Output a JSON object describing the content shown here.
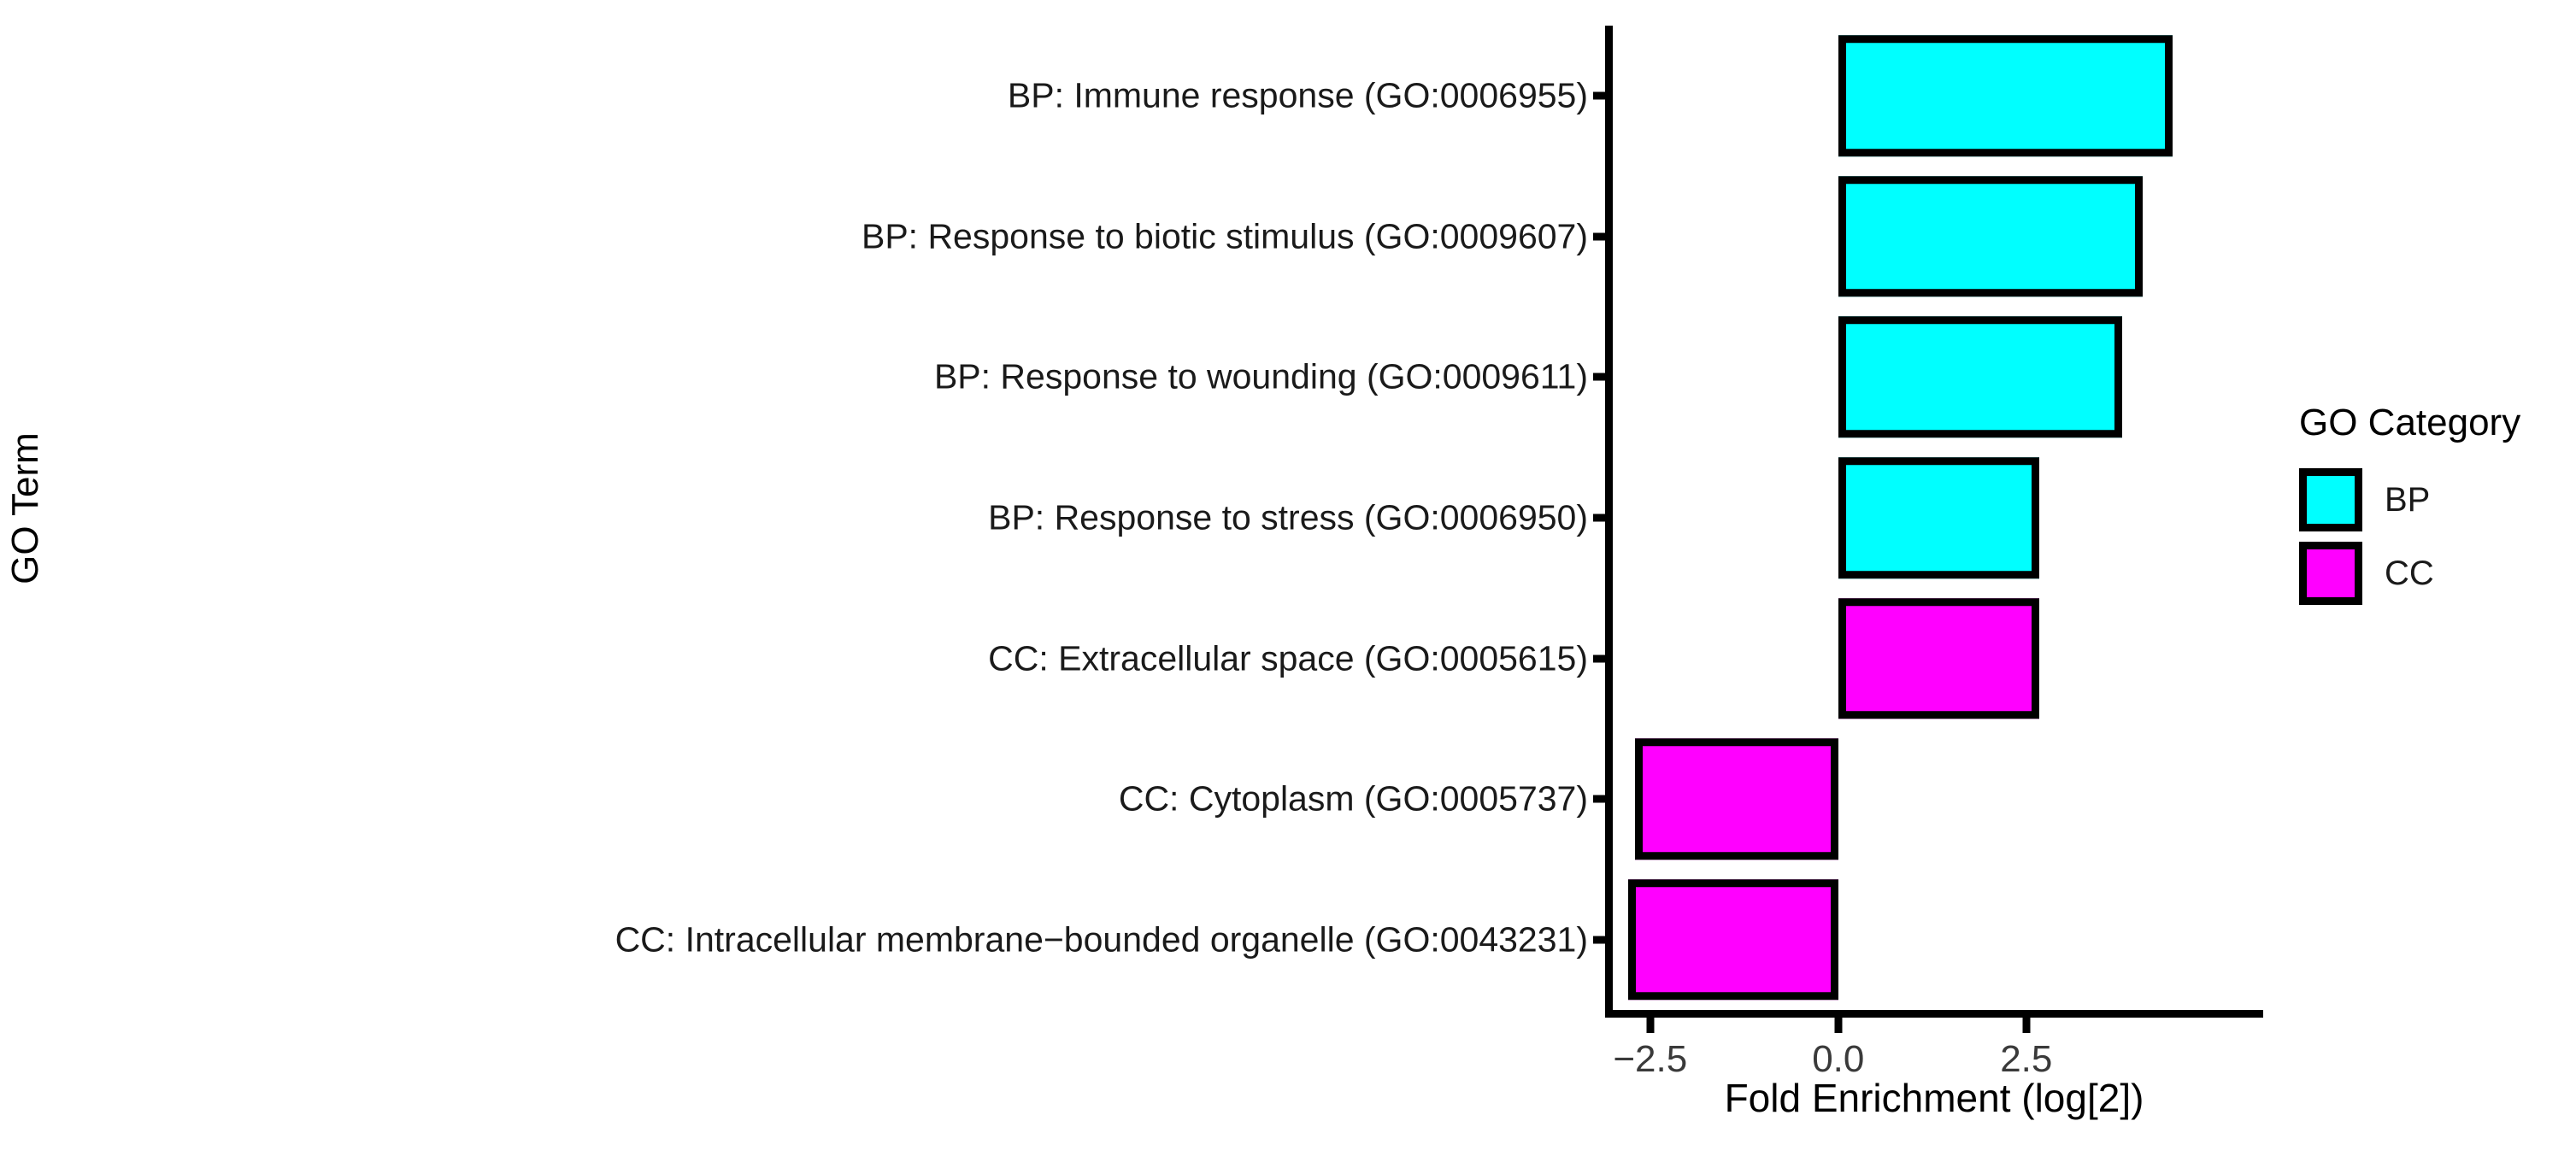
{
  "chart_data": {
    "type": "bar",
    "orientation": "horizontal",
    "title": "",
    "xlabel": "Fold Enrichment (log[2])",
    "ylabel": "GO Term",
    "xlim": [
      -3.1,
      5.65
    ],
    "xticks": [
      -2.5,
      0.0,
      2.5
    ],
    "xticklabels": [
      "−2.5",
      "0.0",
      "2.5"
    ],
    "grid": false,
    "legend": {
      "title": "GO Category",
      "position": "right",
      "entries": [
        {
          "label": "BP",
          "color": "#00FFFF"
        },
        {
          "label": "CC",
          "color": "#FF00FF"
        }
      ]
    },
    "categories": [
      "BP: Immune response (GO:0006955)",
      "BP: Response to biotic stimulus (GO:0009607)",
      "BP: Response to wounding (GO:0009611)",
      "BP: Response to stress (GO:0006950)",
      "CC: Extracellular space (GO:0005615)",
      "CC: Cytoplasm (GO:0005737)",
      "CC: Intracellular membrane−bounded organelle (GO:0043231)"
    ],
    "values": [
      4.45,
      4.05,
      3.77,
      2.67,
      2.67,
      -2.7,
      -2.79
    ],
    "groups": [
      "BP",
      "BP",
      "BP",
      "BP",
      "CC",
      "CC",
      "CC"
    ],
    "bars": [
      {
        "category": "BP: Immune response (GO:0006955)",
        "value": 4.45,
        "group": "BP",
        "color": "#00FFFF"
      },
      {
        "category": "BP: Response to biotic stimulus (GO:0009607)",
        "value": 4.05,
        "group": "BP",
        "color": "#00FFFF"
      },
      {
        "category": "BP: Response to wounding (GO:0009611)",
        "value": 3.77,
        "group": "BP",
        "color": "#00FFFF"
      },
      {
        "category": "BP: Response to stress (GO:0006950)",
        "value": 2.67,
        "group": "BP",
        "color": "#00FFFF"
      },
      {
        "category": "CC: Extracellular space (GO:0005615)",
        "value": 2.67,
        "group": "CC",
        "color": "#FF00FF"
      },
      {
        "category": "CC: Cytoplasm (GO:0005737)",
        "value": -2.7,
        "group": "CC",
        "color": "#FF00FF"
      },
      {
        "category": "CC: Intracellular membrane−bounded organelle (GO:0043231)",
        "value": -2.79,
        "group": "CC",
        "color": "#FF00FF"
      }
    ]
  },
  "style": {
    "bp_color": "#00FFFF",
    "cc_color": "#FF00FF",
    "bar_border_color": "#000000",
    "axis_color": "#000000",
    "background": "#ffffff"
  }
}
